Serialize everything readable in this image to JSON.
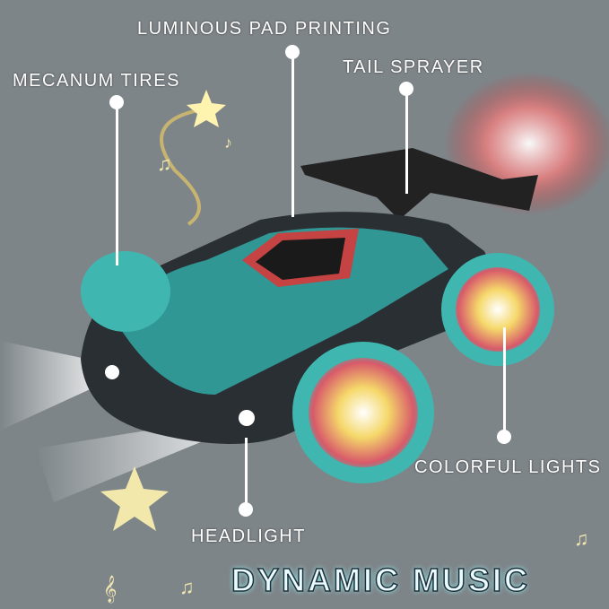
{
  "callouts": {
    "luminous": "LUMINOUS PAD PRINTING",
    "mecanum": "MECANUM TIRES",
    "tail": "TAIL SPRAYER",
    "lights": "COLORFUL LIGHTS",
    "headlight": "HEADLIGHT"
  },
  "banner": "DYNAMIC MUSIC",
  "colors": {
    "background": "#7e8589",
    "body": "#33a9a6",
    "accent": "#e23a3a",
    "spray": "#e84a4a"
  }
}
